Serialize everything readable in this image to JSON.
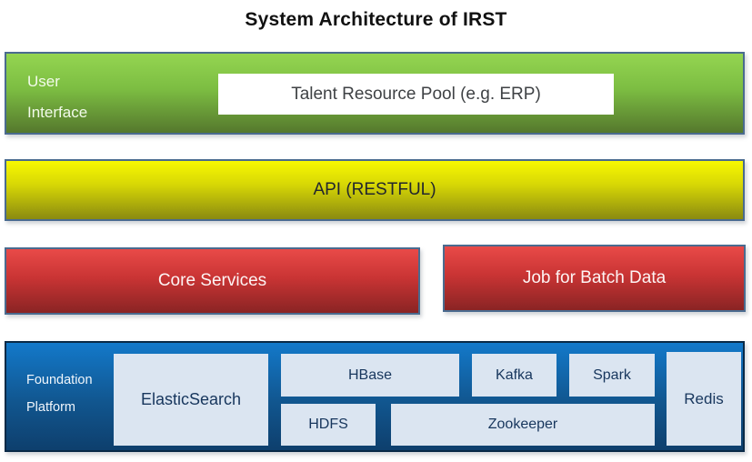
{
  "title": "System Architecture of IRST",
  "colors": {
    "slate_border": "#4a6b8f",
    "green_top": "#94d551",
    "green_bottom": "#55782d",
    "yellow_top": "#f8f801",
    "yellow_bottom": "#8a8a10",
    "red_top": "#e94a48",
    "red_bottom": "#8a2424",
    "blue_top": "#1379ca",
    "blue_bottom": "#0e3f6d",
    "blue_border": "#0a2a47",
    "component_box_fill": "#dbe5f1",
    "component_text": "#17365d"
  },
  "layers": {
    "user_interface": {
      "label_line1": "User",
      "label_line2": "Interface",
      "box_label": "Talent Resource Pool (e.g. ERP)"
    },
    "api": {
      "label": "API (RESTFUL)"
    },
    "services": {
      "core_label": "Core Services",
      "batch_label": "Job for Batch Data"
    },
    "foundation": {
      "label_line1": "Foundation",
      "label_line2": "Platform",
      "components": {
        "elasticsearch": "ElasticSearch",
        "hbase": "HBase",
        "kafka": "Kafka",
        "spark": "Spark",
        "redis": "Redis",
        "hdfs": "HDFS",
        "zookeeper": "Zookeeper"
      }
    }
  }
}
